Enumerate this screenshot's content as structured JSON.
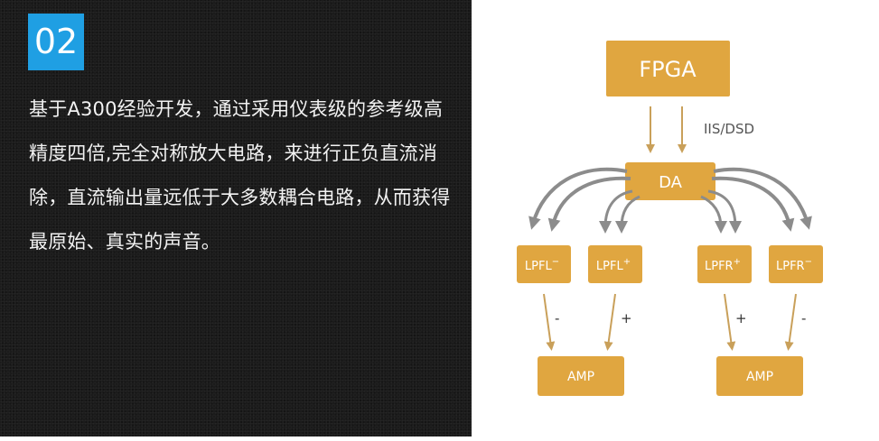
{
  "badge": {
    "number": "02",
    "color": "#1f9fe3"
  },
  "description": "基于A300经验开发，通过采用仪表级的参考级高精度四倍,完全对称放大电路，来进行正负直流消除，直流输出量远低于大多数耦合电路，从而获得最原始、真实的声音。",
  "diagram": {
    "colors": {
      "box": "#e0a640",
      "box_text": "#ffffff",
      "arrow": "#c9a05a",
      "curved_arrow": "#8c8c8c"
    },
    "fpga": {
      "label": "FPGA"
    },
    "link_label": "IIS/DSD",
    "da": {
      "label": "DA"
    },
    "lpf_nodes": [
      {
        "base": "LPFL",
        "sup": "−",
        "sign": "-"
      },
      {
        "base": "LPFL",
        "sup": "+",
        "sign": "+"
      },
      {
        "base": "LPFR",
        "sup": "+",
        "sign": "+"
      },
      {
        "base": "LPFR",
        "sup": "−",
        "sign": "-"
      }
    ],
    "amps": [
      {
        "label": "AMP"
      },
      {
        "label": "AMP"
      }
    ]
  }
}
